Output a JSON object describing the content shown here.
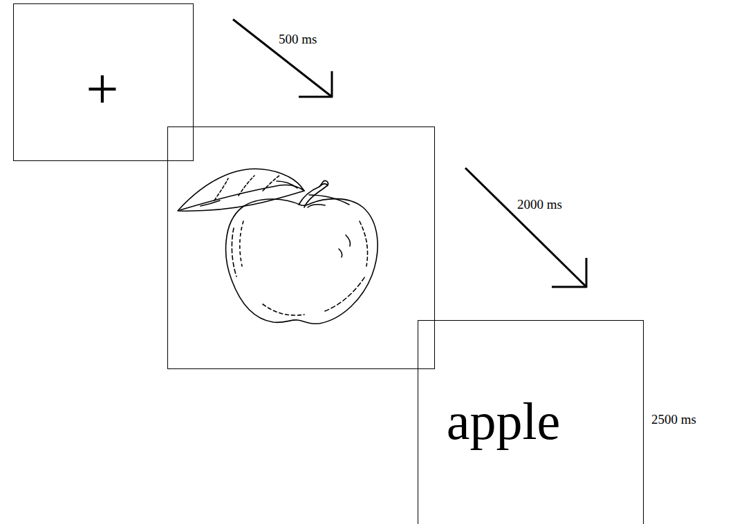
{
  "diagram": {
    "nodes": [
      {
        "text": [
          "+"
        ]
      },
      {
        "text": [
          "apple"
        ]
      }
    ],
    "edges": [],
    "labels": [
      "500 ms",
      "2000 ms",
      "2500 ms"
    ]
  }
}
